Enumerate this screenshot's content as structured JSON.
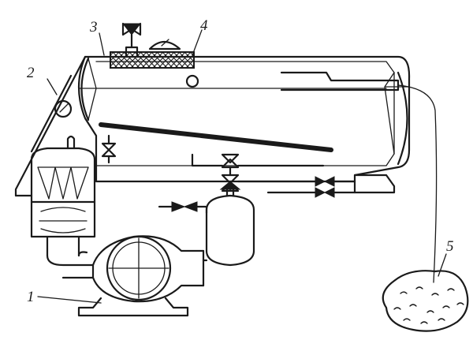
{
  "labels": {
    "compressor": "1",
    "frame": "2",
    "vessel": "3",
    "insulation": "4",
    "material": "5"
  }
}
